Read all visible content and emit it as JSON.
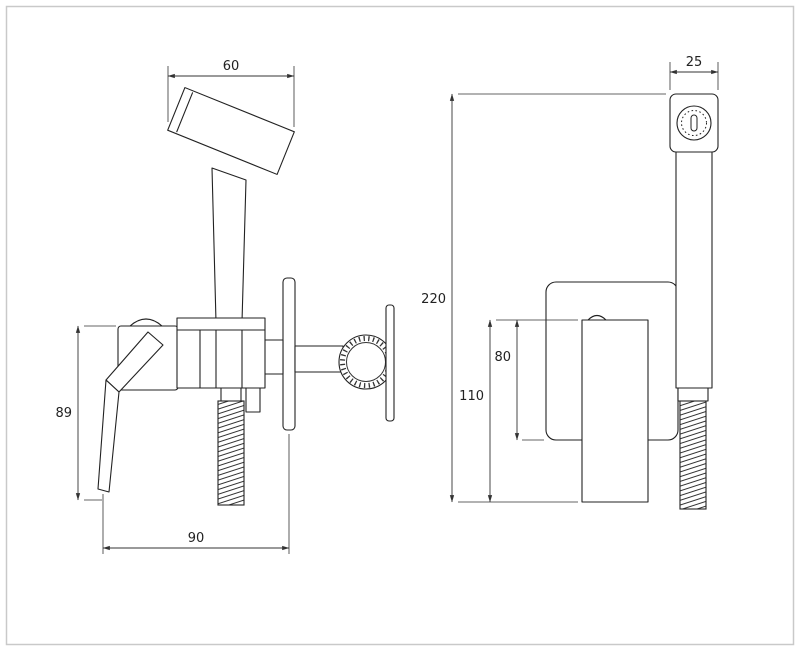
{
  "drawing": {
    "colors": {
      "background": "#ffffff",
      "frame": "#c9c9c9",
      "line": "#222222",
      "text": "#222222"
    },
    "front_view": {
      "dim_head_width": "60",
      "dim_height": "89",
      "dim_width": "90"
    },
    "side_view": {
      "dim_head_depth": "25",
      "dim_total_height": "220",
      "dim_body_height": "110",
      "dim_bracket_height": "80"
    }
  }
}
